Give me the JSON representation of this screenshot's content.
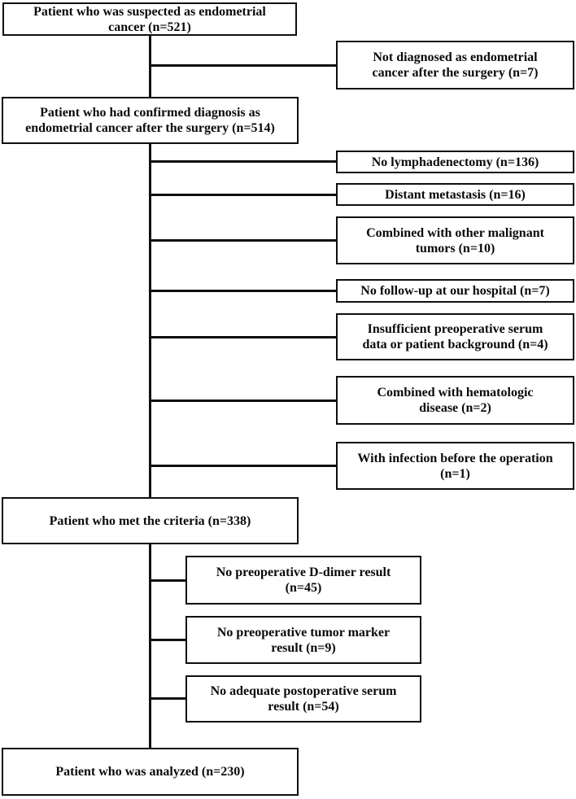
{
  "figure": {
    "type": "patient-selection-flow-diagram",
    "background_color": "#ffffff",
    "line_color": "#0f0f0f",
    "text_color": "#0a0a0a"
  },
  "boxes": {
    "suspected": {
      "n": 521,
      "lines": [
        "Patient who was suspected as endometrial",
        "cancer (n=521)"
      ]
    },
    "not_diagnosed": {
      "n": 7,
      "lines": [
        "Not diagnosed as endometrial",
        "cancer after the surgery (n=7)"
      ]
    },
    "confirmed": {
      "n": 514,
      "lines": [
        "Patient who had confirmed diagnosis as",
        "endometrial cancer after the surgery (n=514)"
      ]
    },
    "no_lymphadenectomy": {
      "n": 136,
      "lines": [
        "No lymphadenectomy (n=136)"
      ]
    },
    "distant_metastasis": {
      "n": 16,
      "lines": [
        "Distant metastasis (n=16)"
      ]
    },
    "other_malignant_tumors": {
      "n": 10,
      "lines": [
        "Combined with other malignant",
        "tumors (n=10)"
      ]
    },
    "no_followup": {
      "n": 7,
      "lines": [
        "No follow-up at our hospital (n=7)"
      ]
    },
    "insufficient_data": {
      "n": 4,
      "lines": [
        "Insufficient preoperative serum",
        "data or patient background (n=4)"
      ]
    },
    "hematologic_disease": {
      "n": 2,
      "lines": [
        "Combined with hematologic",
        "disease (n=2)"
      ]
    },
    "infection_before_operation": {
      "n": 1,
      "lines": [
        "With infection before the operation",
        "(n=1)"
      ]
    },
    "met_criteria": {
      "n": 338,
      "lines": [
        "Patient who met the criteria (n=338)"
      ]
    },
    "no_ddimer_result": {
      "n": 45,
      "lines": [
        "No preoperative D-dimer result",
        "(n=45)"
      ]
    },
    "no_tumor_marker_result": {
      "n": 9,
      "lines": [
        "No preoperative tumor marker",
        "result (n=9)"
      ]
    },
    "no_postoperative_serum_result": {
      "n": 54,
      "lines": [
        "No adequate postoperative serum",
        "result (n=54)"
      ]
    },
    "analyzed": {
      "n": 230,
      "lines": [
        "Patient who was analyzed (n=230)"
      ]
    }
  }
}
